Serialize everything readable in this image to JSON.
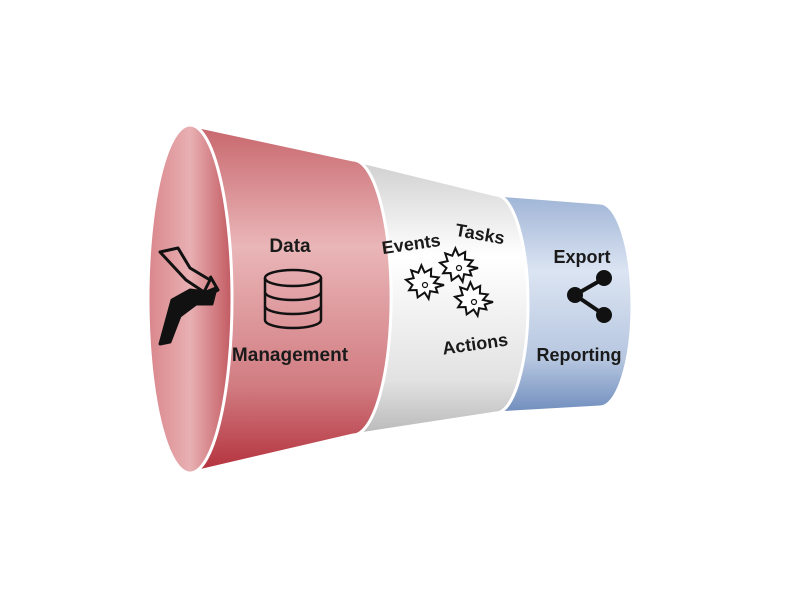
{
  "sections": {
    "data_management": {
      "title": "Data",
      "subtitle": "Management",
      "icon": "database-icon"
    },
    "processing": {
      "labels": [
        "Events",
        "Tasks",
        "Actions"
      ],
      "icon": "gears-icon"
    },
    "output": {
      "title": "Export",
      "subtitle": "Reporting",
      "icon": "share-icon"
    }
  },
  "entry_icon": "merge-arrows-icon",
  "colors": {
    "red_band": "#d98e92",
    "grey_band": "#e8e8e8",
    "blue_band": "#b9c9e2",
    "outline": "#ffffff",
    "icon": "#111111"
  }
}
